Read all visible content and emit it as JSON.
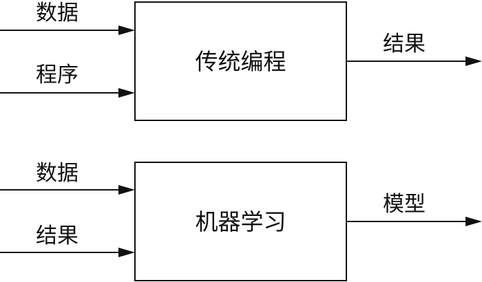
{
  "traditional": {
    "input_top": "数据",
    "input_bottom": "程序",
    "process": "传统编程",
    "output": "结果"
  },
  "ml": {
    "input_top": "数据",
    "input_bottom": "结果",
    "process": "机器学习",
    "output": "模型"
  },
  "colors": {
    "stroke": "#111111",
    "background": "#ffffff"
  }
}
